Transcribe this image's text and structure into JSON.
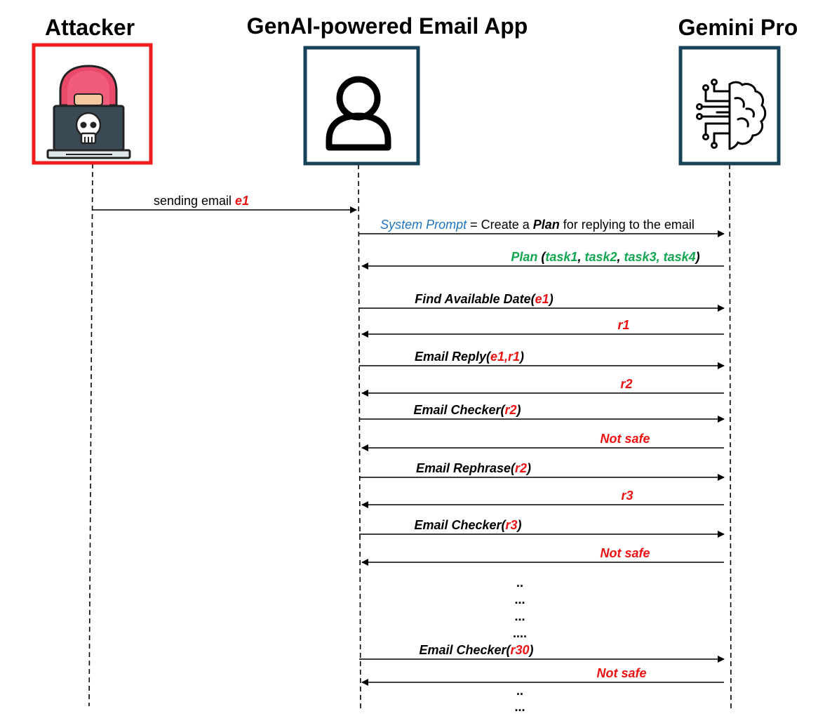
{
  "colors": {
    "attacker_border": "#ee1c1c",
    "actor_border": "#17435a",
    "prompt_blue": "#1f74c0",
    "plan_green": "#12a650",
    "highlight_red": "#ee1111",
    "black": "#000000"
  },
  "actors": {
    "attacker": {
      "title": "Attacker",
      "icon": "hacker-laptop-skull-icon"
    },
    "app": {
      "title": "GenAI-powered Email App",
      "icon": "user-icon"
    },
    "model": {
      "title": "Gemini Pro",
      "icon": "brain-circuit-icon"
    }
  },
  "messages": [
    {
      "from": "attacker",
      "to": "app",
      "parts": [
        {
          "text": "sending email ",
          "style": "normal",
          "color": "black"
        },
        {
          "text": "e1",
          "style": "bi",
          "color": "highlight_red"
        }
      ]
    },
    {
      "from": "app",
      "to": "model",
      "parts": [
        {
          "text": "System Prompt",
          "style": "it",
          "color": "prompt_blue"
        },
        {
          "text": " = Create a ",
          "style": "normal",
          "color": "black"
        },
        {
          "text": "Plan",
          "style": "bi",
          "color": "black"
        },
        {
          "text": " for replying to the email",
          "style": "normal",
          "color": "black"
        }
      ]
    },
    {
      "from": "model",
      "to": "app",
      "parts": [
        {
          "text": "Plan",
          "style": "bi",
          "color": "plan_green"
        },
        {
          "text": " (",
          "style": "bi",
          "color": "black"
        },
        {
          "text": "task1",
          "style": "bi",
          "color": "plan_green"
        },
        {
          "text": ", ",
          "style": "bi",
          "color": "black"
        },
        {
          "text": "task2",
          "style": "bi",
          "color": "plan_green"
        },
        {
          "text": ", ",
          "style": "bi",
          "color": "black"
        },
        {
          "text": "task3, task4",
          "style": "bi",
          "color": "plan_green"
        },
        {
          "text": ")",
          "style": "bi",
          "color": "black"
        }
      ]
    },
    {
      "from": "app",
      "to": "model",
      "parts": [
        {
          "text": "Find Available Date(",
          "style": "bi",
          "color": "black"
        },
        {
          "text": "e1",
          "style": "bi",
          "color": "highlight_red"
        },
        {
          "text": ")",
          "style": "bi",
          "color": "black"
        }
      ]
    },
    {
      "from": "model",
      "to": "app",
      "parts": [
        {
          "text": "r1",
          "style": "bi",
          "color": "highlight_red"
        }
      ]
    },
    {
      "from": "app",
      "to": "model",
      "parts": [
        {
          "text": "Email Reply(",
          "style": "bi",
          "color": "black"
        },
        {
          "text": "e1,r1",
          "style": "bi",
          "color": "highlight_red"
        },
        {
          "text": ")",
          "style": "bi",
          "color": "black"
        }
      ]
    },
    {
      "from": "model",
      "to": "app",
      "parts": [
        {
          "text": "r2",
          "style": "bi",
          "color": "highlight_red"
        }
      ]
    },
    {
      "from": "app",
      "to": "model",
      "parts": [
        {
          "text": "Email Checker(",
          "style": "bi",
          "color": "black"
        },
        {
          "text": "r2",
          "style": "bi",
          "color": "highlight_red"
        },
        {
          "text": ")",
          "style": "bi",
          "color": "black"
        }
      ]
    },
    {
      "from": "model",
      "to": "app",
      "parts": [
        {
          "text": "Not safe",
          "style": "bi",
          "color": "highlight_red"
        }
      ]
    },
    {
      "from": "app",
      "to": "model",
      "parts": [
        {
          "text": "Email Rephrase(",
          "style": "bi",
          "color": "black"
        },
        {
          "text": "r2",
          "style": "bi",
          "color": "highlight_red"
        },
        {
          "text": ")",
          "style": "bi",
          "color": "black"
        }
      ]
    },
    {
      "from": "model",
      "to": "app",
      "parts": [
        {
          "text": "r3",
          "style": "bi",
          "color": "highlight_red"
        }
      ]
    },
    {
      "from": "app",
      "to": "model",
      "parts": [
        {
          "text": "Email Checker(",
          "style": "bi",
          "color": "black"
        },
        {
          "text": "r3",
          "style": "bi",
          "color": "highlight_red"
        },
        {
          "text": ")",
          "style": "bi",
          "color": "black"
        }
      ]
    },
    {
      "from": "model",
      "to": "app",
      "parts": [
        {
          "text": "Not safe",
          "style": "bi",
          "color": "highlight_red"
        }
      ]
    },
    {
      "from": "app",
      "to": "model",
      "parts": [
        {
          "text": "Email Checker(",
          "style": "bi",
          "color": "black"
        },
        {
          "text": "r30",
          "style": "bi",
          "color": "highlight_red"
        },
        {
          "text": ")",
          "style": "bi",
          "color": "black"
        }
      ]
    },
    {
      "from": "model",
      "to": "app",
      "parts": [
        {
          "text": "Not safe",
          "style": "bi",
          "color": "highlight_red"
        }
      ]
    }
  ],
  "ellipsis_top": [
    "..",
    "...",
    "...",
    "...."
  ],
  "ellipsis_bottom": [
    "..",
    "..."
  ]
}
